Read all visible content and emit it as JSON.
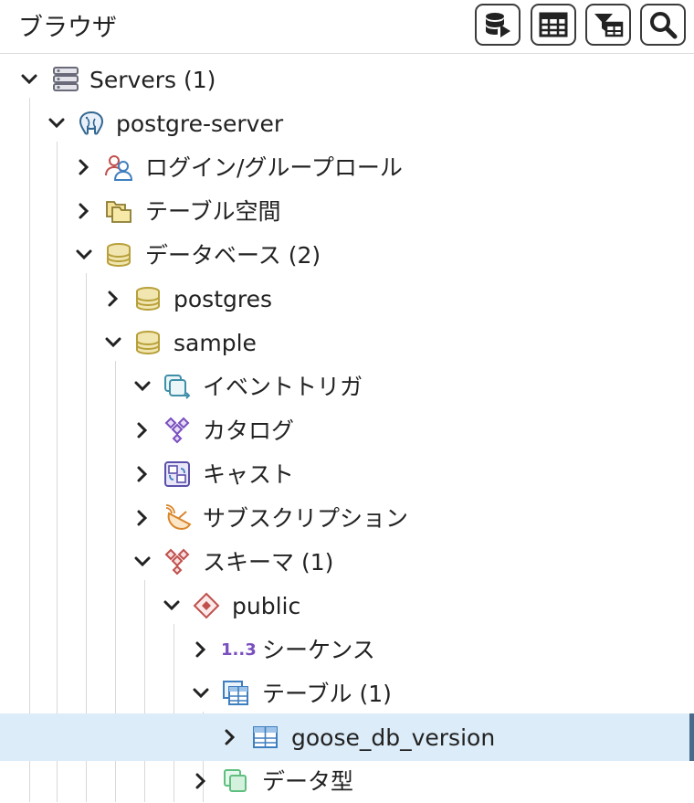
{
  "header": {
    "title": "ブラウザ",
    "toolbar": [
      {
        "name": "query-tool-button",
        "icon": "database-play-icon"
      },
      {
        "name": "view-data-button",
        "icon": "table-grid-icon"
      },
      {
        "name": "filtered-rows-button",
        "icon": "filter-table-icon"
      },
      {
        "name": "search-objects-button",
        "icon": "search-icon"
      }
    ]
  },
  "tree": {
    "servers": {
      "label": "Servers (1)",
      "icon": "servers-icon",
      "state": "expanded"
    },
    "server": {
      "label": "postgre-server",
      "icon": "postgresql-elephant-icon",
      "state": "expanded"
    },
    "login_roles": {
      "label": "ログイン/グループロール",
      "icon": "login-roles-icon",
      "state": "collapsed"
    },
    "tablespaces": {
      "label": "テーブル空間",
      "icon": "tablespace-folder-icon",
      "state": "collapsed"
    },
    "databases": {
      "label": "データベース (2)",
      "icon": "databases-icon",
      "state": "expanded"
    },
    "db_postgres": {
      "label": "postgres",
      "icon": "database-icon",
      "state": "collapsed"
    },
    "db_sample": {
      "label": "sample",
      "icon": "database-icon",
      "state": "expanded"
    },
    "event_triggers": {
      "label": "イベントトリガ",
      "icon": "event-trigger-icon",
      "state": "expanded"
    },
    "catalogs": {
      "label": "カタログ",
      "icon": "catalog-icon",
      "state": "collapsed"
    },
    "casts": {
      "label": "キャスト",
      "icon": "cast-icon",
      "state": "collapsed"
    },
    "subscriptions": {
      "label": "サブスクリプション",
      "icon": "subscription-dish-icon",
      "state": "collapsed"
    },
    "schemas": {
      "label": "スキーマ (1)",
      "icon": "schemas-icon",
      "state": "expanded"
    },
    "public": {
      "label": "public",
      "icon": "schema-icon",
      "state": "expanded"
    },
    "sequences": {
      "label": "シーケンス",
      "icon": "sequence-icon",
      "icon_text": "1..3",
      "state": "collapsed"
    },
    "tables": {
      "label": "テーブル (1)",
      "icon": "tables-icon",
      "state": "expanded"
    },
    "goose_table": {
      "label": "goose_db_version",
      "icon": "table-icon",
      "state": "collapsed",
      "selected": true
    },
    "datatypes": {
      "label": "データ型",
      "icon": "data-type-icon",
      "state": "collapsed"
    }
  },
  "colors": {
    "selected_bg": "#dcecf8",
    "selected_marker": "#4a6a8c",
    "database_gold": "#b8a03a",
    "schema_red": "#c0504d",
    "catalog_purple": "#7a4fbf",
    "accent_blue": "#3f7fbf",
    "datatype_green": "#5fbf7f"
  }
}
